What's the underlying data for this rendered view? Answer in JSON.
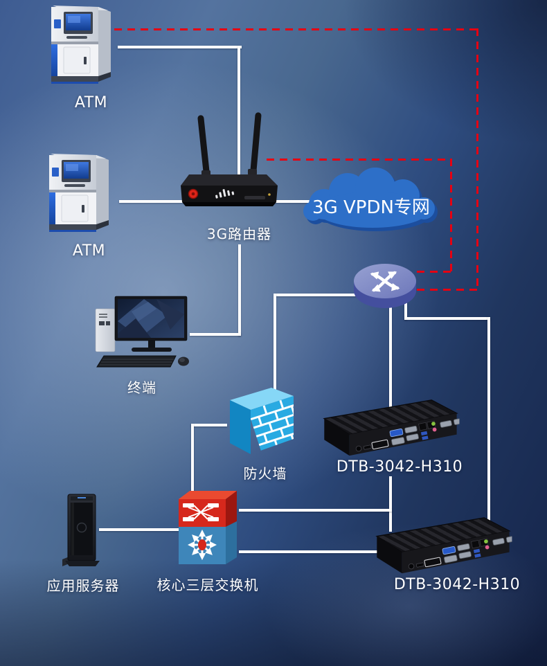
{
  "nodes": {
    "atm_top": {
      "label": "ATM",
      "icon": "atm-machine-icon"
    },
    "atm_bottom": {
      "label": "ATM",
      "icon": "atm-machine-icon"
    },
    "router_3g": {
      "label": "3G路由器",
      "icon": "wireless-router-icon"
    },
    "vpdn_cloud": {
      "label": "3G VPDN专网",
      "icon": "cloud-icon"
    },
    "wan_router": {
      "label": "",
      "icon": "router-icon"
    },
    "terminal": {
      "label": "终端",
      "icon": "desktop-computer-icon"
    },
    "firewall": {
      "label": "防火墙",
      "icon": "firewall-icon"
    },
    "industrial_pc_top": {
      "label": "DTB-3042-H310",
      "icon": "industrial-pc-icon"
    },
    "industrial_pc_bottom": {
      "label": "DTB-3042-H310",
      "icon": "industrial-pc-icon"
    },
    "app_server": {
      "label": "应用服务器",
      "icon": "tower-server-icon"
    },
    "core_switch": {
      "label": "核心三层交换机",
      "icon": "layer3-switch-icon"
    }
  },
  "colors": {
    "line_white": "#ffffff",
    "line_red_dashed": "#e60012",
    "cloud_blue": "#2d6fc8",
    "firewall_blue": "#29aae2",
    "switch_red": "#d6281c",
    "switch_blue": "#3e86ba",
    "router_purple_top": "#7e88c6",
    "router_purple_side": "#444f9e",
    "background_light": "#7089ae",
    "background_dark": "#16254a"
  }
}
